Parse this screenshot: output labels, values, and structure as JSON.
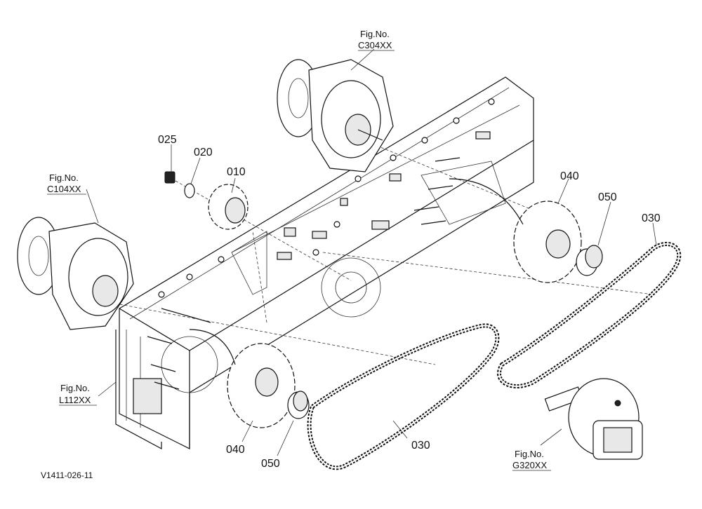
{
  "parts": {
    "p025": "025",
    "p020": "020",
    "p010": "010",
    "p040_top": "040",
    "p050_top": "050",
    "p030_top": "030",
    "p040_bottom": "040",
    "p050_bottom": "050",
    "p030_bottom": "030"
  },
  "figrefs": {
    "c304": {
      "line1": "Fig.No.",
      "line2": "C304XX"
    },
    "c104": {
      "line1": "Fig.No.",
      "line2": "C104XX"
    },
    "l112": {
      "line1": "Fig.No.",
      "line2": "L112XX"
    },
    "g320": {
      "line1": "Fig.No.",
      "line2": "G320XX"
    }
  },
  "diagram_code": "V1411-026-11"
}
